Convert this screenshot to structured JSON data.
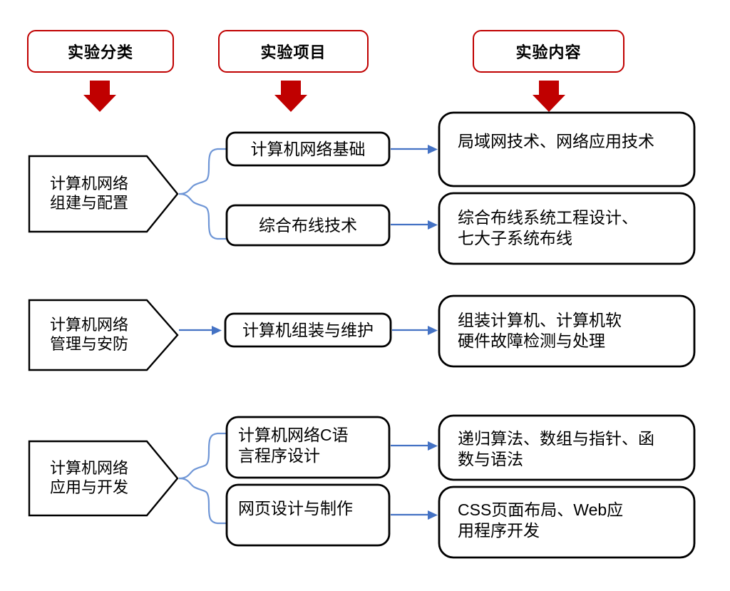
{
  "diagram": {
    "type": "flow-tree",
    "title": "",
    "columns": [
      {
        "id": "category",
        "label": "实验分类"
      },
      {
        "id": "project",
        "label": "实验项目"
      },
      {
        "id": "content",
        "label": "实验内容"
      }
    ],
    "colors": {
      "header_border": "#C00000",
      "header_arrow": "#C00000",
      "box_border": "#000000",
      "connector": "#4472C4",
      "arrow": "#4472C4",
      "background": "#FFFFFF",
      "text": "#000000"
    },
    "icons": {
      "down_arrow": "down-arrow-icon",
      "right_arrow": "right-arrow-icon",
      "brace": "brace-connector-icon"
    },
    "rows": [
      {
        "category": {
          "line1": "计算机网络",
          "line2": "组建与配置"
        },
        "items": [
          {
            "project": {
              "line1": "计算机网络基础"
            },
            "content": {
              "line1": "局域网技术、网络应用技术"
            }
          },
          {
            "project": {
              "line1": "综合布线技术"
            },
            "content": {
              "line1": "综合布线系统工程设计、",
              "line2": "七大子系统布线"
            }
          }
        ]
      },
      {
        "category": {
          "line1": "计算机网络",
          "line2": "管理与安防"
        },
        "items": [
          {
            "project": {
              "line1": "计算机组装与维护"
            },
            "content": {
              "line1": "组装计算机、计算机软",
              "line2": "硬件故障检测与处理"
            }
          }
        ]
      },
      {
        "category": {
          "line1": "计算机网络",
          "line2": "应用与开发"
        },
        "items": [
          {
            "project": {
              "line1": "计算机网络C语",
              "line2": "言程序设计"
            },
            "content": {
              "line1": "递归算法、数组与指针、函",
              "line2": "数与语法"
            }
          },
          {
            "project": {
              "line1": "网页设计与制作"
            },
            "content": {
              "line1": "CSS页面布局、Web应",
              "line2": "用程序开发"
            }
          }
        ]
      }
    ]
  }
}
